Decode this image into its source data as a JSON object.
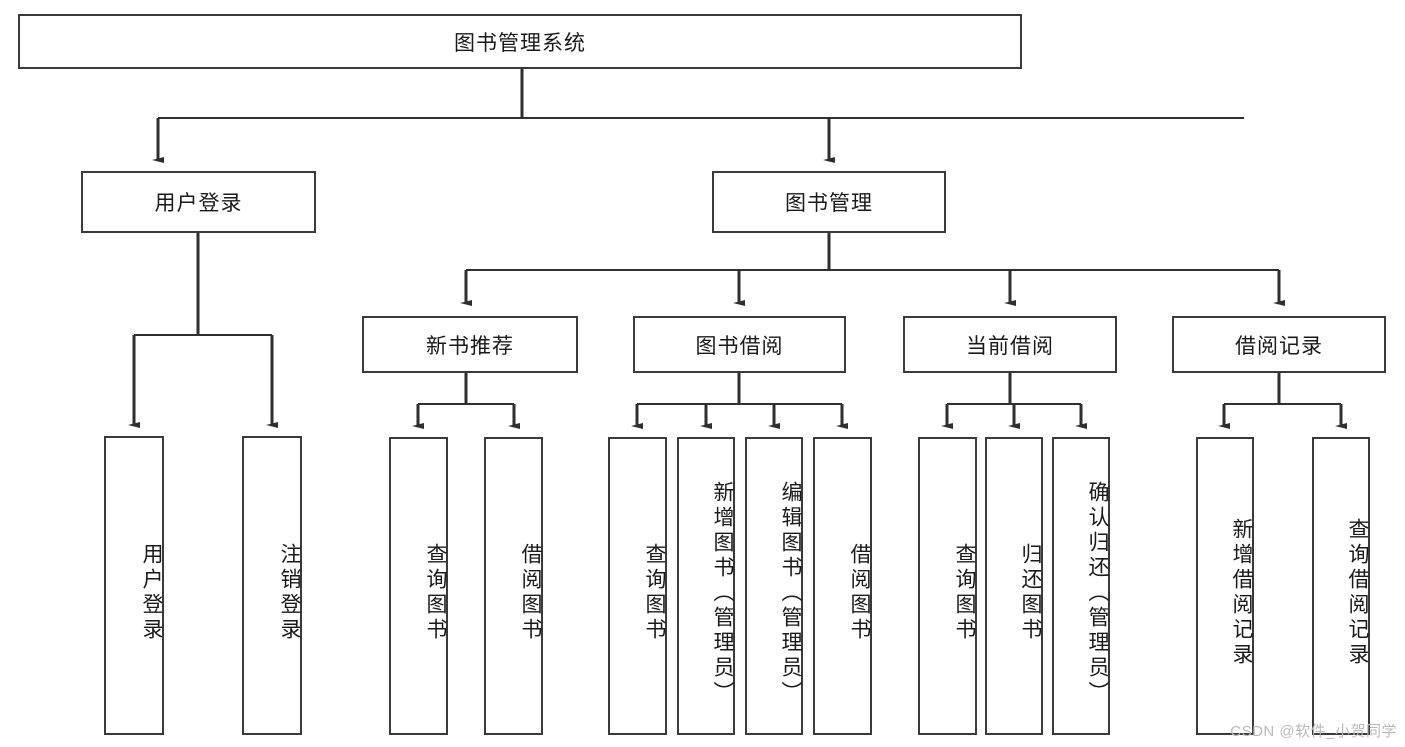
{
  "diagram": {
    "title": "图书管理系统",
    "type": "tree-hierarchy",
    "watermark": "CSDN @软件_小贺同学",
    "colors": {
      "box_border": "#3a3a3a",
      "box_fill": "#ffffff",
      "connector": "#2f2f2f",
      "text": "#1a1a1a",
      "watermark": "#b9b9b9"
    },
    "root": {
      "label": "图书管理系统"
    },
    "level1": [
      {
        "label": "用户登录"
      },
      {
        "label": "图书管理"
      }
    ],
    "level2": [
      {
        "label": "新书推荐"
      },
      {
        "label": "图书借阅"
      },
      {
        "label": "当前借阅"
      },
      {
        "label": "借阅记录"
      }
    ],
    "leaves": {
      "user_login": [
        {
          "label": "用户登录"
        },
        {
          "label": "注销登录"
        }
      ],
      "new_book": [
        {
          "label": "查询图书"
        },
        {
          "label": "借阅图书"
        }
      ],
      "borrow_book": [
        {
          "label": "查询图书"
        },
        {
          "label": "新增图书（管理员）"
        },
        {
          "label": "编辑图书（管理员）"
        },
        {
          "label": "借阅图书"
        }
      ],
      "current_borrow": [
        {
          "label": "查询图书"
        },
        {
          "label": "归还图书"
        },
        {
          "label": "确认归还（管理员）"
        }
      ],
      "borrow_record": [
        {
          "label": "新增借阅记录"
        },
        {
          "label": "查询借阅记录"
        }
      ]
    }
  }
}
